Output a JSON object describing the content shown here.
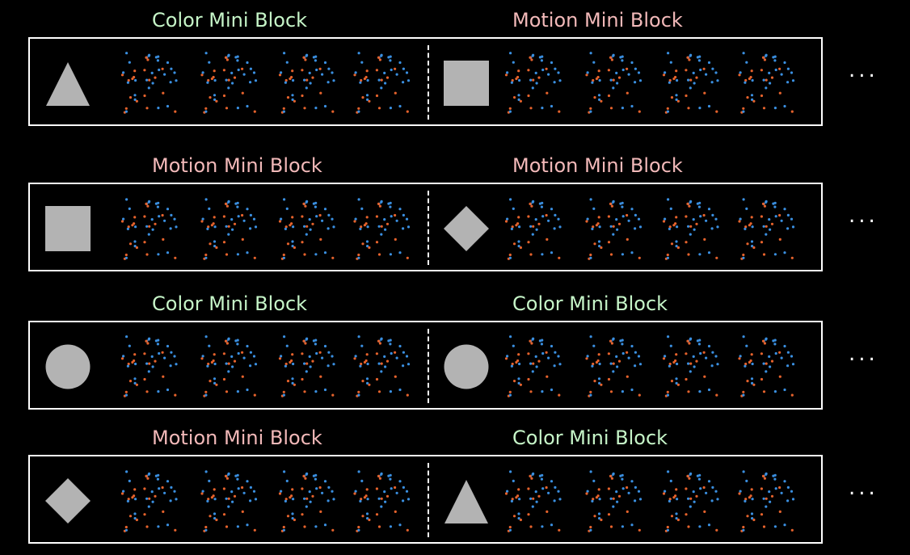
{
  "colors": {
    "background": "#000000",
    "frame": "#ffffff",
    "shape": "#b3b3b3",
    "color_label": "#c6f5c8",
    "motion_label": "#f2b9b9",
    "dot_blue": "#3a8fe0",
    "dot_orange": "#e5622c"
  },
  "rows": [
    {
      "left": {
        "label": "Color Mini Block",
        "kind": "color",
        "shape": "triangle"
      },
      "right": {
        "label": "Motion Mini Block",
        "kind": "motion",
        "shape": "square"
      },
      "continuation": "..."
    },
    {
      "left": {
        "label": "Motion Mini Block",
        "kind": "motion",
        "shape": "square"
      },
      "right": {
        "label": "Motion Mini Block",
        "kind": "motion",
        "shape": "diamond"
      },
      "continuation": "..."
    },
    {
      "left": {
        "label": "Color Mini Block",
        "kind": "color",
        "shape": "circle"
      },
      "right": {
        "label": "Color Mini Block",
        "kind": "color",
        "shape": "circle"
      },
      "continuation": "..."
    },
    {
      "left": {
        "label": "Motion Mini Block",
        "kind": "motion",
        "shape": "diamond"
      },
      "right": {
        "label": "Color Mini Block",
        "kind": "color",
        "shape": "triangle"
      },
      "continuation": "..."
    }
  ]
}
